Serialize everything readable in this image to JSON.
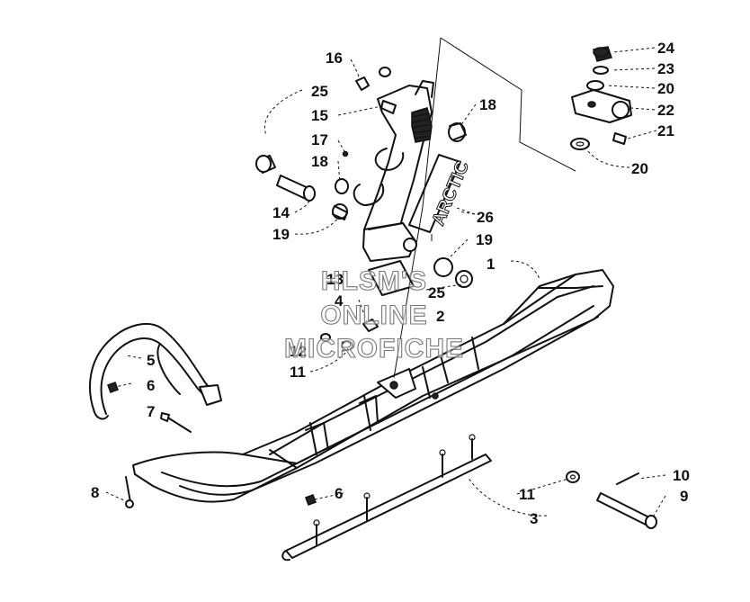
{
  "callouts": {
    "c1": "1",
    "c2": "2",
    "c3": "3",
    "c4": "4",
    "c5": "5",
    "c6a": "6",
    "c6b": "6",
    "c7": "7",
    "c8": "8",
    "c9": "9",
    "c10": "10",
    "c11a": "11",
    "c11b": "11",
    "c12": "12",
    "c13": "13",
    "c14": "14",
    "c15": "15",
    "c16": "16",
    "c17": "17",
    "c18a": "18",
    "c18b": "18",
    "c19a": "19",
    "c19b": "19",
    "c20a": "20",
    "c20b": "20",
    "c21": "21",
    "c22": "22",
    "c23": "23",
    "c24": "24",
    "c25a": "25",
    "c25b": "25",
    "c26": "26"
  },
  "decal_text": "ARCTIC",
  "watermark": {
    "line1": "HLSM'S",
    "line2": "ONLINE",
    "line3": "MICROFICHE"
  }
}
